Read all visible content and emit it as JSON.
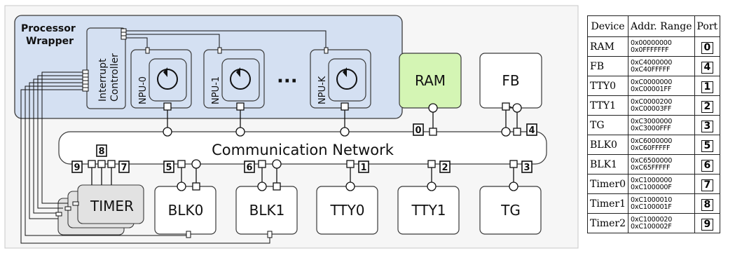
{
  "diagram": {
    "wrapper_title": [
      "Processor",
      "Wrapper"
    ],
    "interrupt_controller": [
      "Interrupt",
      "Controller"
    ],
    "npus": [
      "NPU-0",
      "NPU-1",
      "NPU-K"
    ],
    "ellipsis": "···",
    "ram_label": "RAM",
    "fb_label": "FB",
    "network_label": "Communication Network",
    "timer_label": "TIMER",
    "peripherals": [
      "BLK0",
      "BLK1",
      "TTY0",
      "TTY1",
      "TG"
    ],
    "port_numbers": {
      "ram": "0",
      "fb": "4",
      "timer0": "9",
      "timer1": "8",
      "timer2": "7",
      "blk0": "5",
      "blk1": "6",
      "tty0": "1",
      "tty1": "2",
      "tg": "3"
    },
    "ram_color": "#d4f5b4",
    "wrapper_color": "#d4e0f2"
  },
  "table": {
    "headers": [
      "Device",
      "Addr. Range",
      "Port"
    ],
    "rows": [
      {
        "device": "RAM",
        "range": [
          "0x00000000",
          "0x0FFFFFFF"
        ],
        "port": "0"
      },
      {
        "device": "FB",
        "range": [
          "0xC4000000",
          "0xC40FFFFF"
        ],
        "port": "4"
      },
      {
        "device": "TTY0",
        "range": [
          "0xC0000000",
          "0xC00001FF"
        ],
        "port": "1"
      },
      {
        "device": "TTY1",
        "range": [
          "0xC0000200",
          "0xC00003FF"
        ],
        "port": "2"
      },
      {
        "device": "TG",
        "range": [
          "0xC3000000",
          "0xC3000FFF"
        ],
        "port": "3"
      },
      {
        "device": "BLK0",
        "range": [
          "0xC6000000",
          "0xC60FFFFF"
        ],
        "port": "5"
      },
      {
        "device": "BLK1",
        "range": [
          "0xC6500000",
          "0xC65FFFFF"
        ],
        "port": "6"
      },
      {
        "device": "Timer0",
        "range": [
          "0xC1000000",
          "0xC100000F"
        ],
        "port": "7"
      },
      {
        "device": "Timer1",
        "range": [
          "0xC1000010",
          "0xC100001F"
        ],
        "port": "8"
      },
      {
        "device": "Timer2",
        "range": [
          "0xC1000020",
          "0xC100002F"
        ],
        "port": "9"
      }
    ]
  }
}
